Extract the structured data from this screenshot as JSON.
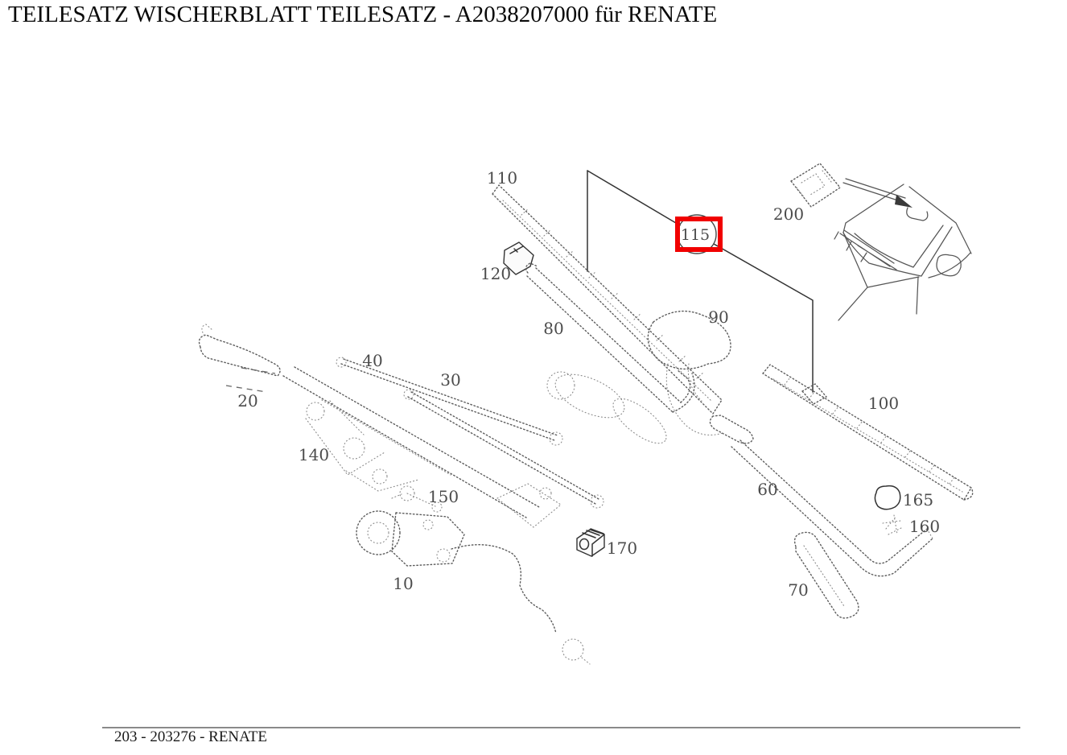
{
  "page": {
    "title": "TEILESATZ WISCHERBLATT TEILESATZ - A2038207000 für RENATE"
  },
  "footer": {
    "reference": "203 - 203276 - RENATE"
  },
  "diagram": {
    "type": "exploded-parts-diagram",
    "highlighted_part": "115",
    "highlight_color": "#f10000",
    "parts": [
      {
        "label": "110"
      },
      {
        "label": "120"
      },
      {
        "label": "80"
      },
      {
        "label": "90"
      },
      {
        "label": "115"
      },
      {
        "label": "200"
      },
      {
        "label": "100"
      },
      {
        "label": "60"
      },
      {
        "label": "165"
      },
      {
        "label": "160"
      },
      {
        "label": "70"
      },
      {
        "label": "20"
      },
      {
        "label": "40"
      },
      {
        "label": "30"
      },
      {
        "label": "140"
      },
      {
        "label": "150"
      },
      {
        "label": "10"
      },
      {
        "label": "170"
      }
    ]
  }
}
